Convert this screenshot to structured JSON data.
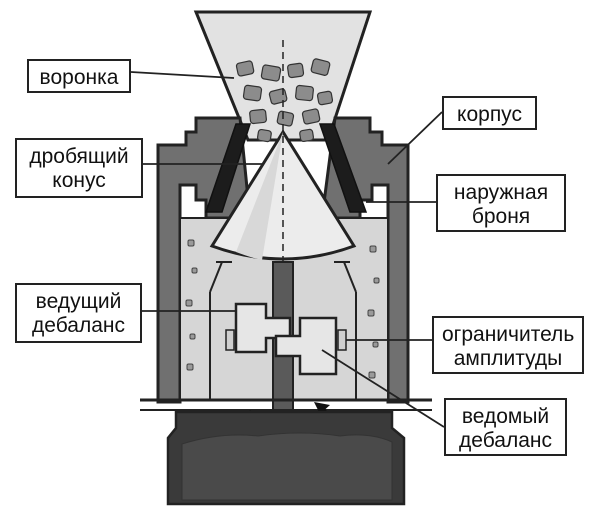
{
  "labels": {
    "funnel": "воронка",
    "crushing_cone": "дробящий\nконус",
    "drive_unbalance": "ведущий\nдебаланс",
    "housing": "корпус",
    "outer_armor": "наружная\nброня",
    "amplitude_limiter": "ограничитель\nамплитуды",
    "driven_unbalance": "ведомый\nдебаланс"
  },
  "colors": {
    "stroke": "#222222",
    "housing_fill": "#6e6e6e",
    "interior_fill": "#d4d4d4",
    "funnel_fill": "#e0e0e0",
    "cone_fill": "#ebebeb",
    "armor_fill": "#1e1e1e",
    "shaft_fill": "#555555",
    "rock_fill": "#8a8a8a",
    "pile_fill": "#3a3a3a"
  }
}
